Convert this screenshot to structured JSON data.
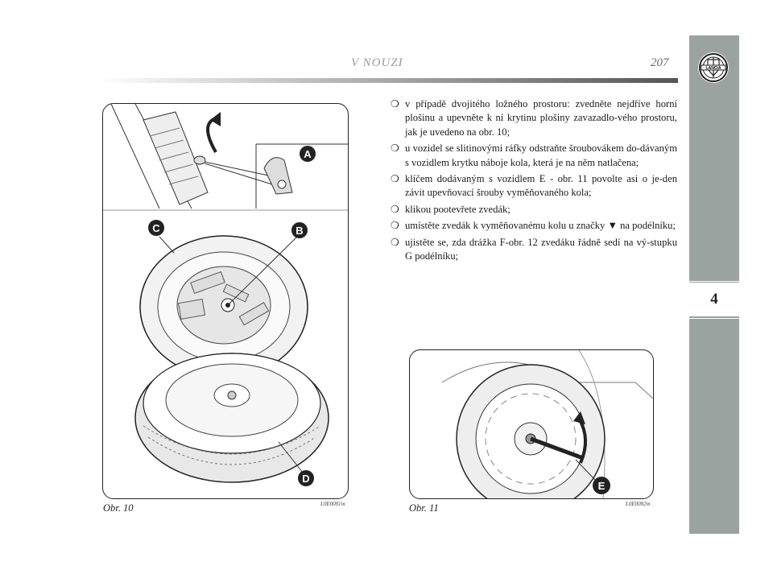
{
  "header": {
    "section_title": "V NOUZI",
    "page_number": "207"
  },
  "side_tab": {
    "chapter_number": "4",
    "logo_text": "LANCIA"
  },
  "figures": [
    {
      "caption": "Obr. 10",
      "code": "L0E0081m",
      "callouts": [
        "A",
        "B",
        "C",
        "D"
      ]
    },
    {
      "caption": "Obr. 11",
      "code": "L0E0082m",
      "callouts": [
        "E"
      ]
    }
  ],
  "bullet_glyph": "❍",
  "steps": [
    "v případě dvojitého ložného prostoru: zvedněte nejdříve horní plošinu a upevněte k ní krytinu plošiny zavazadlo-vého prostoru, jak je uvedeno na obr. 10;",
    "u vozidel se slitinovými ráfky odstraňte šroubovákem do-dávaným s vozidlem krytku náboje kola, která je na něm natlačena;",
    "klíčem dodávaným s vozidlem E - obr. 11 povolte asi o je-den závit upevňovací šrouby vyměňovaného kola;",
    "klikou pootevřete zvedák;",
    "umístěte zvedák k vyměňovanému kolu u značky ▼ na podélníku;",
    "ujistěte se, zda drážka F-obr. 12 zvedáku řádně sedí na vý-stupku G podélníku;"
  ]
}
